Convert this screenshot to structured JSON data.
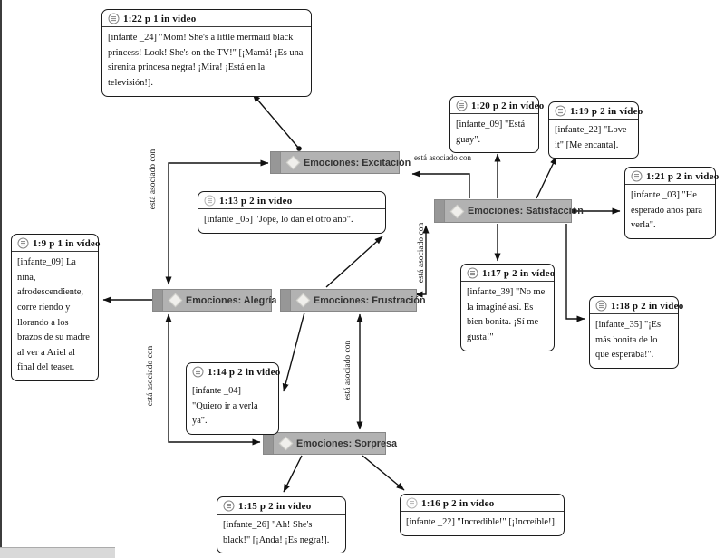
{
  "diagram": {
    "relation_label": "está asociado con",
    "colors": {
      "node_fill": "#b2b2b2",
      "node_strip": "#979797",
      "line": "#111111",
      "background": "#ffffff"
    },
    "nodes": [
      {
        "id": "excitacion",
        "label": "Emociones: Excitación"
      },
      {
        "id": "satisfaccion",
        "label": "Emociones: Satisfacción"
      },
      {
        "id": "alegria",
        "label": "Emociones: Alegría"
      },
      {
        "id": "frustracion",
        "label": "Emociones: Frustración"
      },
      {
        "id": "sorpresa",
        "label": "Emociones: Sorpresa"
      }
    ],
    "quotes": [
      {
        "id": "1:22",
        "title": "1:22 p 1 in video",
        "body": "[infante _24] \"Mom! She's a little mermaid black princess! Look! She's on the TV!\"  [¡Mamá! ¡Es una sirenita princesa negra! ¡Mira! ¡Está en la televisión!]."
      },
      {
        "id": "1:9",
        "title": "1:9 p 1 in vídeo",
        "body": "[infante_09] La niña, afrodescendiente, corre riendo y llorando a los brazos de su madre al ver a Ariel al final del teaser."
      },
      {
        "id": "1:13",
        "title": "1:13 p 2 in vídeo",
        "body": "[infante _05] \"Jope, lo dan el otro año\"."
      },
      {
        "id": "1:20",
        "title": "1:20 p 2 in vídeo",
        "body": "[infante_09] \"Está guay\"."
      },
      {
        "id": "1:19",
        "title": "1:19 p 2 in vídeo",
        "body": "[infante_22] \"Love it\" [Me encanta]."
      },
      {
        "id": "1:21",
        "title": "1:21 p 2 in video",
        "body": "[infante _03] \"He esperado años para verla\"."
      },
      {
        "id": "1:17",
        "title": "1:17 p 2 in vídeo",
        "body": "[infante_39] \"No me la imaginé así. Es bien bonita. ¡Sí me gusta!\""
      },
      {
        "id": "1:18",
        "title": "1:18 p 2 in video",
        "body": "[infante_35] \"¡Es más bonita de lo que esperaba!\"."
      },
      {
        "id": "1:14",
        "title": "1:14 p 2 in video",
        "body": "[infante _04] \"Quiero ir a verla ya\"."
      },
      {
        "id": "1:15",
        "title": "1:15 p 2 in vídeo",
        "body": "[infante_26] \"Ah! She's black!\" [¡Anda! ¡Es negra!]."
      },
      {
        "id": "1:16",
        "title": "1:16 p 2 in vídeo",
        "body": "[infante _22] \"Incredible!\" [¡Increíble!]."
      }
    ],
    "edges": [
      {
        "from": "alegria",
        "to": "excitacion",
        "label": "está asociado con"
      },
      {
        "from": "excitacion",
        "to": "satisfaccion",
        "label": "está asociado con"
      },
      {
        "from": "satisfaccion",
        "to": "frustracion",
        "label": "está asociado con"
      },
      {
        "from": "frustracion",
        "to": "sorpresa",
        "label": "está asociado con"
      },
      {
        "from": "alegria",
        "to": "sorpresa",
        "label": "está asociado con"
      }
    ]
  }
}
